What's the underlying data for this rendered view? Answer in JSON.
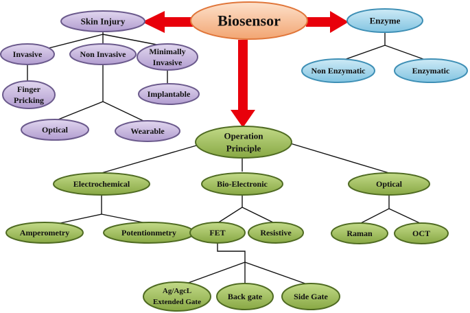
{
  "nodes": {
    "biosensor": {
      "label": "Biosensor",
      "color": "purple-no",
      "fill": "#f5b58b"
    },
    "skin_injury": {
      "label": "Skin Injury"
    },
    "invasive": {
      "label": "Invasive"
    },
    "non_invasive": {
      "label": "Non Invasive"
    },
    "minimally_invasive": {
      "line1": "Minimally",
      "line2": "Invasive"
    },
    "finger_pricking": {
      "line1": "Finger",
      "line2": "Pricking"
    },
    "implantable": {
      "label": "Implantable"
    },
    "optical_skin": {
      "label": "Optical"
    },
    "wearable": {
      "label": "Wearable"
    },
    "enzyme": {
      "label": "Enzyme"
    },
    "non_enzymatic": {
      "label": "Non Enzymatic"
    },
    "enzymatic": {
      "label": "Enzymatic"
    },
    "operation_principle": {
      "line1": "Operation",
      "line2": "Principle"
    },
    "electrochemical": {
      "label": "Electrochemical"
    },
    "bio_electronic": {
      "label": "Bio-Electronic"
    },
    "optical_op": {
      "label": "Optical"
    },
    "amperometry": {
      "label": "Amperometry"
    },
    "potentionmetry": {
      "label": "Potentionmetry"
    },
    "fet": {
      "label": "FET"
    },
    "resistive": {
      "label": "Resistive"
    },
    "raman": {
      "label": "Raman"
    },
    "oct": {
      "label": "OCT"
    },
    "ag_agcl": {
      "line1": "Ag/AgcL",
      "line2": "Extended Gate"
    },
    "back_gate": {
      "label": "Back gate"
    },
    "side_gate": {
      "label": "Side Gate"
    }
  },
  "colors": {
    "orange_fill": "#f7b98e",
    "orange_stroke": "#e0763a",
    "purple_fill": "#c5b3dd",
    "purple_stroke": "#6b5a8c",
    "blue_fill": "#9fd3ea",
    "blue_stroke": "#3e8fb5",
    "green_fill": "#9fbd5c",
    "green_stroke": "#4f6b22",
    "arrow": "#e8000b"
  }
}
